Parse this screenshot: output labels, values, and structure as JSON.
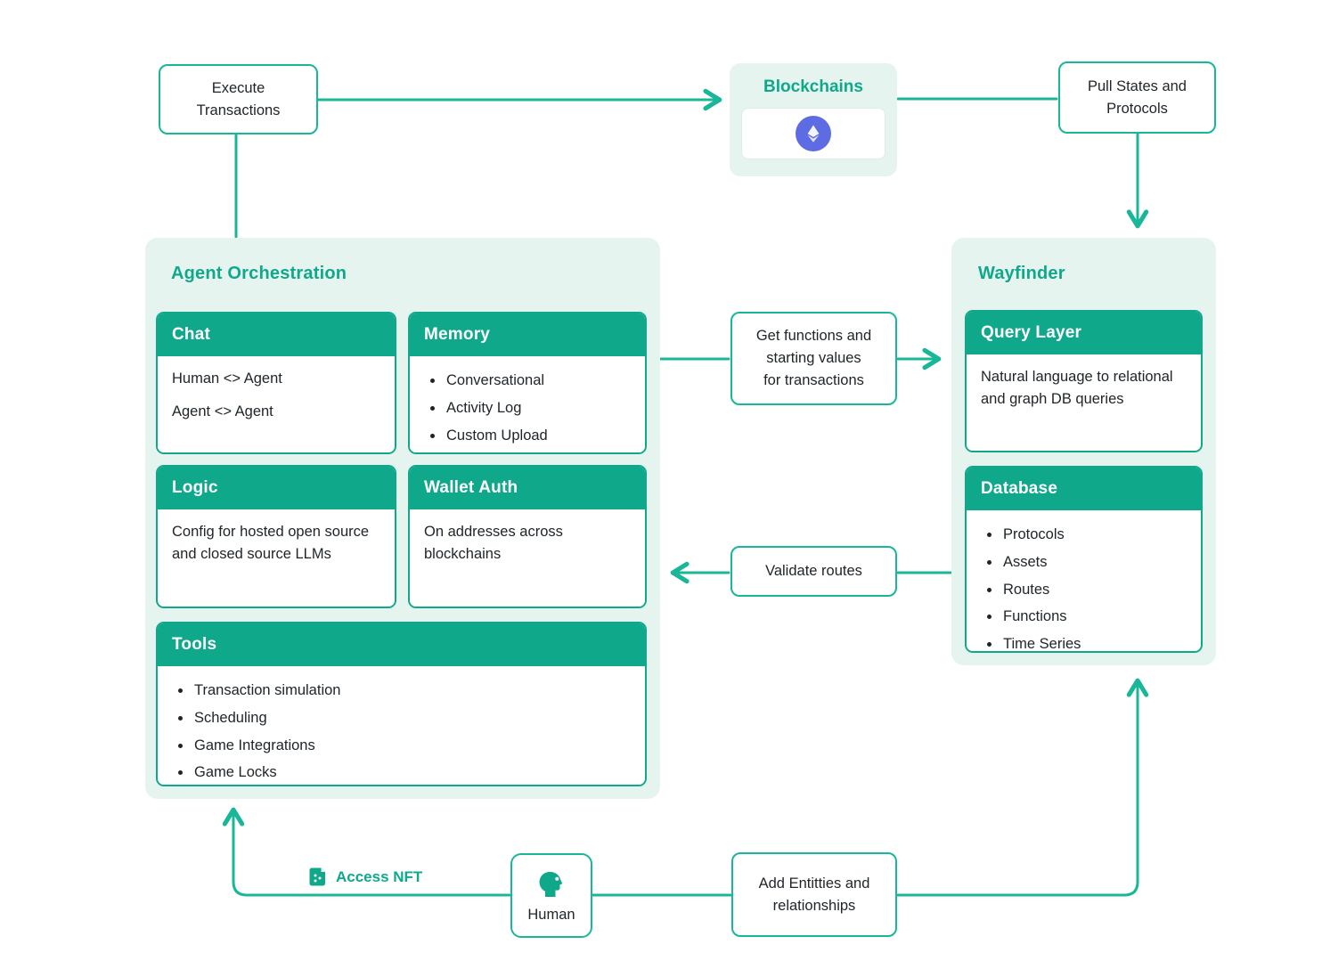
{
  "colors": {
    "teal": "#10A88B",
    "line": "#19B797",
    "mint_panel": "#E5F4EF",
    "ethereum_badge": "#5E6CE3",
    "text": "#1E2428"
  },
  "top_row": {
    "execute_transactions": "Execute\nTransactions",
    "blockchains": {
      "title": "Blockchains",
      "icon": "ethereum-icon"
    },
    "pull_states": "Pull States and\nProtocols"
  },
  "agent_orchestration": {
    "title": "Agent Orchestration",
    "chat": {
      "title": "Chat",
      "lines": [
        "Human <> Agent",
        "Agent <> Agent"
      ]
    },
    "memory": {
      "title": "Memory",
      "items": [
        "Conversational",
        "Activity Log",
        "Custom Upload"
      ]
    },
    "logic": {
      "title": "Logic",
      "text": "Config for hosted open source and closed source LLMs"
    },
    "wallet_auth": {
      "title": "Wallet Auth",
      "text": "On addresses across blockchains"
    },
    "tools": {
      "title": "Tools",
      "items": [
        "Transaction simulation",
        "Scheduling",
        "Game Integrations",
        "Game Locks"
      ]
    }
  },
  "wayfinder": {
    "title": "Wayfinder",
    "query_layer": {
      "title": "Query Layer",
      "text": "Natural language to relational and graph DB queries"
    },
    "database": {
      "title": "Database",
      "items": [
        "Protocols",
        "Assets",
        "Routes",
        "Functions",
        "Time Series"
      ]
    }
  },
  "flow_labels": {
    "get_functions": "Get functions and\nstarting values\nfor transactions",
    "validate_routes": "Validate routes",
    "add_entities": "Add Entitties and\nrelationships",
    "access_nft": "Access NFT",
    "human": "Human"
  },
  "icons": {
    "blockchain": "ethereum-icon",
    "human": "person-head-icon",
    "access_nft": "nft-file-icon"
  }
}
